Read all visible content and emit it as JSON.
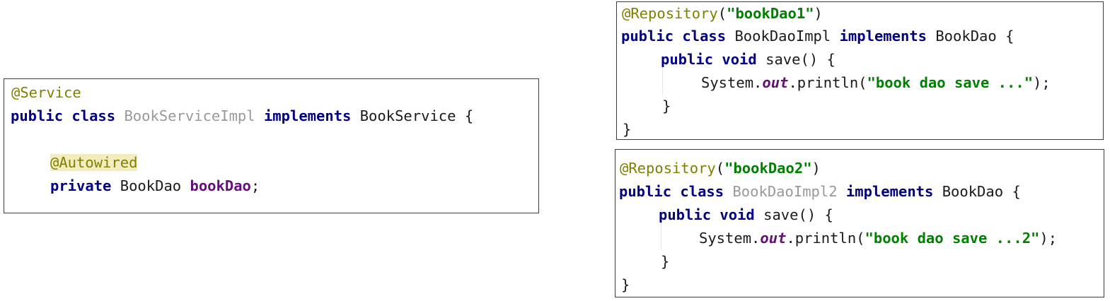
{
  "service_box": {
    "annotation": "@Service",
    "class_line": {
      "kw_public": "public",
      "kw_class": "class",
      "class_name": "BookServiceImpl",
      "kw_implements": "implements",
      "interface_name": "BookService",
      "brace": "{"
    },
    "autowired": "@Autowired",
    "field_line": {
      "kw_private": "private",
      "type": "BookDao",
      "name": "bookDao",
      "semicolon": ";"
    }
  },
  "dao1_box": {
    "annotation": "@Repository",
    "annotation_open": "(",
    "annotation_value": "\"bookDao1\"",
    "annotation_close": ")",
    "class_line": {
      "kw_public": "public",
      "kw_class": "class",
      "class_name": "BookDaoImpl",
      "kw_implements": "implements",
      "interface_name": "BookDao",
      "brace": "{"
    },
    "method_line": {
      "kw_public": "public",
      "kw_void": "void",
      "signature": "save() {"
    },
    "print_line": {
      "system": "System.",
      "out": "out",
      "println_open": ".println(",
      "string": "\"book dao save ...\"",
      "close": ");"
    },
    "method_close": "}",
    "class_close": "}"
  },
  "dao2_box": {
    "annotation": "@Repository",
    "annotation_open": "(",
    "annotation_value": "\"bookDao2\"",
    "annotation_close": ")",
    "class_line": {
      "kw_public": "public",
      "kw_class": "class",
      "class_name": "BookDaoImpl2",
      "kw_implements": "implements",
      "interface_name": "BookDao",
      "brace": "{"
    },
    "method_line": {
      "kw_public": "public",
      "kw_void": "void",
      "signature": "save() {"
    },
    "print_line": {
      "system": "System.",
      "out": "out",
      "println_open": ".println(",
      "string": "\"book dao save ...2\"",
      "close": ");"
    },
    "method_close": "}",
    "class_close": "}"
  },
  "colors": {
    "keyword": "#000080",
    "annotation": "#808000",
    "string": "#008000",
    "field": "#660e7a",
    "unused_class": "#999999",
    "annotation_highlight": "#f3ecbf"
  }
}
